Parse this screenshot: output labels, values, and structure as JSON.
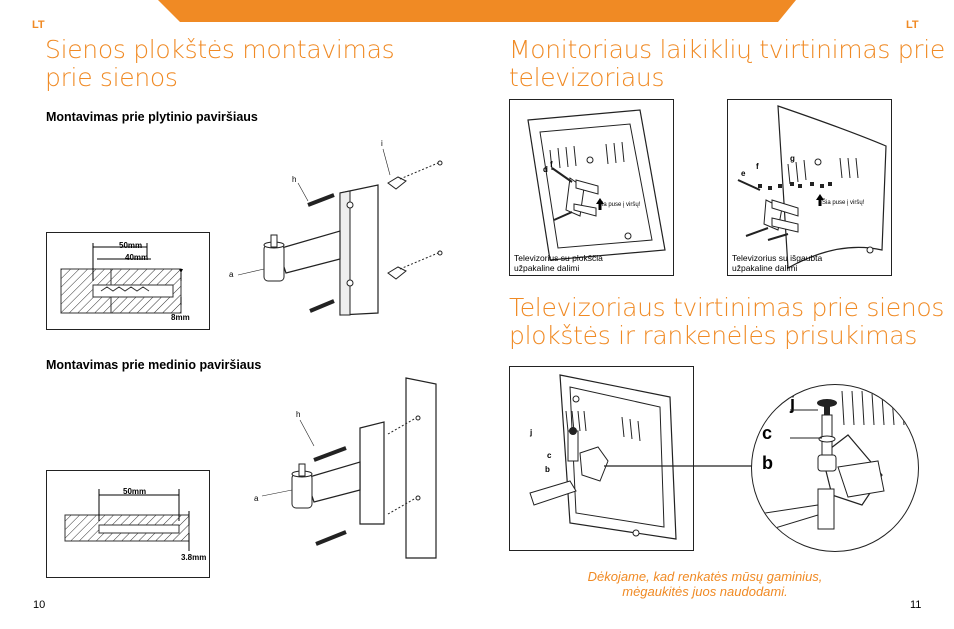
{
  "header": {
    "lang_left": "LT",
    "lang_right": "LT",
    "accent": "#f08a24"
  },
  "left": {
    "title_line1": "Sienos plokštės montavimas",
    "title_line2": "prie sienos",
    "section1": "Montavimas prie plytinio paviršiaus",
    "section2": "Montavimas prie medinio paviršiaus",
    "brick_diagram": {
      "dim1": "50mm",
      "dim2": "40mm",
      "dim3": "8mm"
    },
    "wood_diagram": {
      "dim1": "50mm",
      "dim2": "3.8mm"
    },
    "labels": {
      "i": "i",
      "h": "h",
      "a": "a",
      "h2": "h",
      "a2": "a"
    },
    "page_number": "10"
  },
  "right": {
    "title1_line1": "Monitoriaus laikiklių tvirtinimas prie",
    "title1_line2": "televizoriaus",
    "caption1_line1": "Televizorius su plokščia",
    "caption1_line2": "užpakaline dalimi",
    "caption2_line1": "Televizorius su išgaubta",
    "caption2_line2": "užpakaline dalimi",
    "this_side_up": "Šia puse į viršų!",
    "tv_labels": {
      "d": "d",
      "f": "f",
      "e": "e",
      "f2": "f",
      "g": "g"
    },
    "title2_line1": "Televizoriaus tvirtinimas prie sienos",
    "title2_line2": "plokštės ir rankenėlės prisukimas",
    "knob_labels": {
      "j": "j",
      "c": "c",
      "b": "b"
    },
    "thanks_line1": "Dėkojame, kad renkatės mūsų gaminius,",
    "thanks_line2": "mėgaukitės juos naudodami.",
    "page_number": "11"
  }
}
